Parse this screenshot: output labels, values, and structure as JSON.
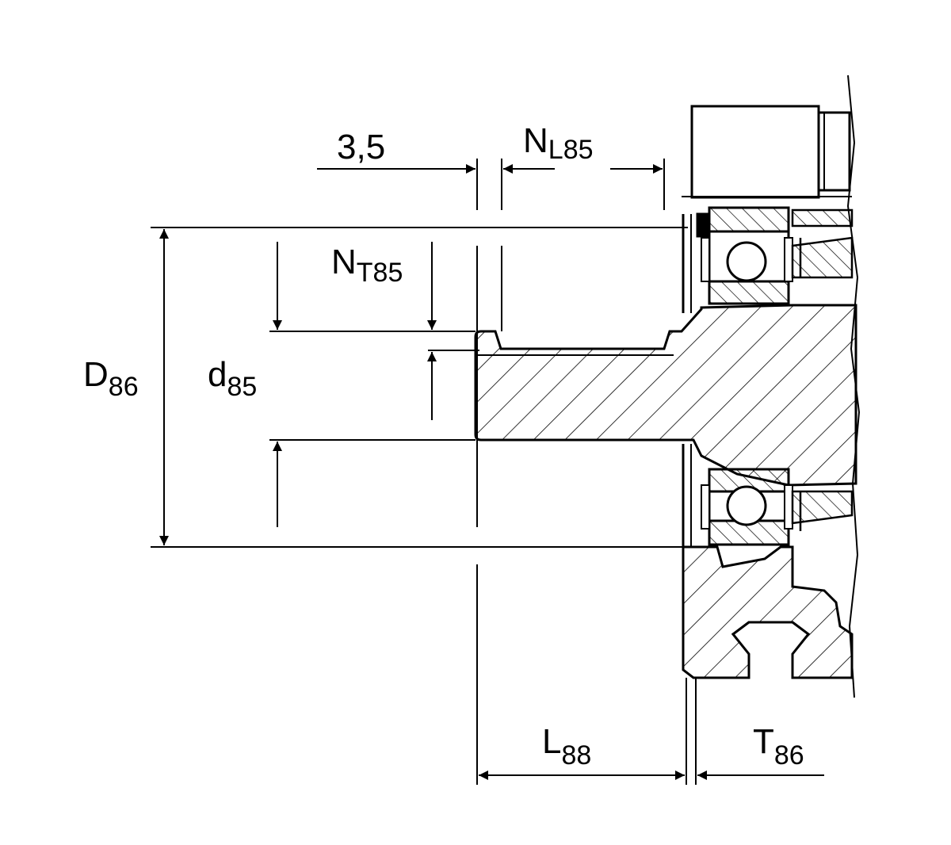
{
  "labels": {
    "gap": "3,5",
    "NL": {
      "base": "N",
      "sub": "L85"
    },
    "NT": {
      "base": "N",
      "sub": "T85"
    },
    "D": {
      "base": "D",
      "sub": "86"
    },
    "d": {
      "base": "d",
      "sub": "85"
    },
    "L": {
      "base": "L",
      "sub": "88"
    },
    "T": {
      "base": "T",
      "sub": "86"
    }
  },
  "colors": {
    "line": "#000000",
    "background": "#ffffff"
  }
}
